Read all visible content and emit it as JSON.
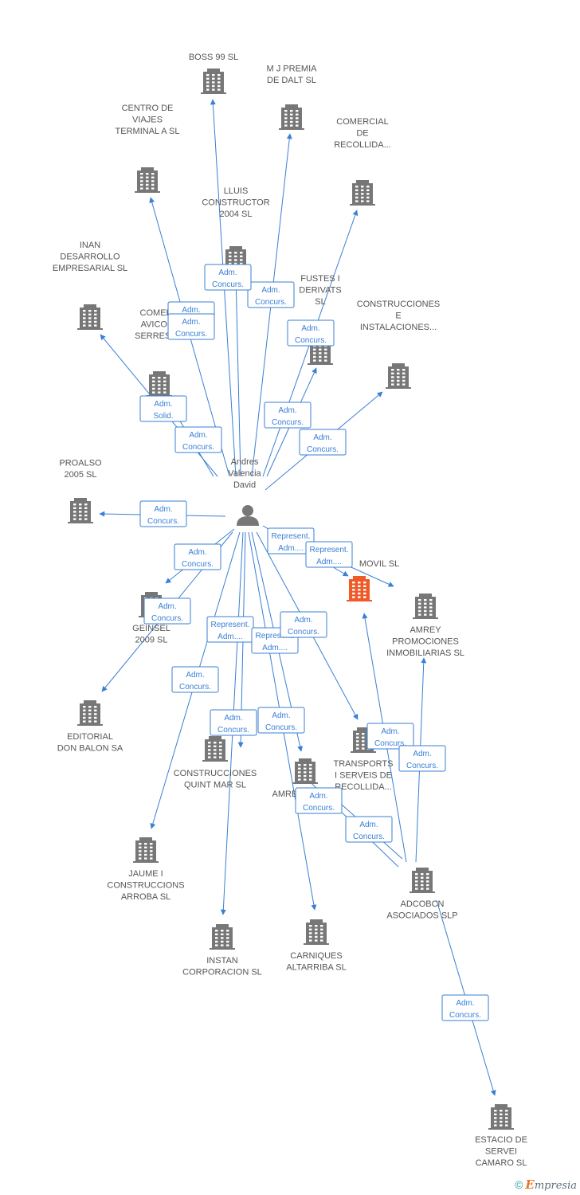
{
  "colors": {
    "edge": "#3a7fd5",
    "building": "#777777",
    "building_highlight": "#f05a28",
    "person": "#777777",
    "label": "#555555"
  },
  "footer": {
    "copyright": "©",
    "brand_first": "E",
    "brand_rest": "mpresia"
  },
  "person": {
    "id": "person",
    "icon": "person-icon",
    "label": [
      "Andres",
      "Valencia",
      "David"
    ]
  },
  "nodes": [
    {
      "id": "boss99",
      "label": [
        "BOSS 99 SL"
      ]
    },
    {
      "id": "mjpremia",
      "label": [
        "M J PREMIA",
        "DE DALT SL"
      ]
    },
    {
      "id": "centroviajes",
      "label": [
        "CENTRO DE",
        "VIAJES",
        "TERMINAL A SL"
      ]
    },
    {
      "id": "comercialrecollida",
      "label": [
        "COMERCIAL",
        "DE",
        "RECOLLIDA..."
      ]
    },
    {
      "id": "lluis",
      "label": [
        "LLUIS",
        "CONSTRUCTOR",
        "2004 SL"
      ]
    },
    {
      "id": "inan",
      "label": [
        "INAN",
        "DESARROLLO",
        "EMPRESARIAL SL"
      ]
    },
    {
      "id": "fustes",
      "label": [
        "FUSTES I",
        "DERIVATS",
        "SL"
      ]
    },
    {
      "id": "construcciones_inst",
      "label": [
        "CONSTRUCCIONES",
        "E",
        "INSTALACIONES..."
      ]
    },
    {
      "id": "comercavicola",
      "label": [
        "COMERC",
        "AVICOLA",
        "SERRES SL"
      ]
    },
    {
      "id": "proalso",
      "label": [
        "PROALSO",
        "2005 SL"
      ]
    },
    {
      "id": "movil",
      "label": [
        "MOVIL SL"
      ],
      "highlight": true
    },
    {
      "id": "amreyprom",
      "label": [
        "AMREY",
        "PROMOCIONES",
        "INMOBILIARIAS SL"
      ]
    },
    {
      "id": "geinsel",
      "label": [
        "GEINSEL",
        "2009 SL"
      ]
    },
    {
      "id": "editorial",
      "label": [
        "EDITORIAL",
        "DON BALON SA"
      ]
    },
    {
      "id": "quintmar",
      "label": [
        "CONSTRUCCIONES",
        "QUINT MAR SL"
      ]
    },
    {
      "id": "amrey2002",
      "label": [
        "AMREY 2002 SL"
      ]
    },
    {
      "id": "transports",
      "label": [
        "TRANSPORTS",
        "I SERVEIS DE",
        "RECOLLIDA..."
      ]
    },
    {
      "id": "jaume",
      "label": [
        "JAUME I",
        "CONSTRUCCIONS",
        "ARROBA SL"
      ]
    },
    {
      "id": "adcobcn",
      "label": [
        "ADCOBCN",
        "ASOCIADOS SLP"
      ]
    },
    {
      "id": "instan",
      "label": [
        "INSTAN",
        "CORPORACION SL"
      ]
    },
    {
      "id": "carniques",
      "label": [
        "CARNIQUES",
        "ALTARRIBA SL"
      ]
    },
    {
      "id": "estacio",
      "label": [
        "ESTACIO DE",
        "SERVEI",
        "CAMARO SL"
      ]
    }
  ],
  "edges": [
    {
      "from": "person",
      "to": "boss99",
      "label": [
        "Adm.",
        "Concurs."
      ]
    },
    {
      "from": "person",
      "to": "mjpremia",
      "label": [
        "Adm.",
        "Concurs."
      ]
    },
    {
      "from": "person",
      "to": "centroviajes",
      "label": [
        "Adm.",
        "Concurs."
      ]
    },
    {
      "from": "person",
      "to": "comercialrecollida",
      "label": [
        "Adm.",
        "Concurs."
      ]
    },
    {
      "from": "person",
      "to": "lluis",
      "label": [
        "Adm.",
        "Concurs."
      ]
    },
    {
      "from": "person",
      "to": "inan",
      "label": [
        "Adm.",
        "Solid."
      ]
    },
    {
      "from": "person",
      "to": "fustes",
      "label": [
        "Adm.",
        "Concurs."
      ]
    },
    {
      "from": "person",
      "to": "construcciones_inst",
      "label": [
        "Adm.",
        "Concurs."
      ]
    },
    {
      "from": "person",
      "to": "comercavicola",
      "label": [
        "Adm.",
        "Concurs."
      ]
    },
    {
      "from": "person",
      "to": "proalso",
      "label": [
        "Adm.",
        "Concurs."
      ]
    },
    {
      "from": "person",
      "to": "movil",
      "label": [
        "Represent.",
        "Adm...."
      ]
    },
    {
      "from": "person",
      "to": "amreyprom",
      "label": [
        "Represent.",
        "Adm...."
      ]
    },
    {
      "from": "person",
      "to": "geinsel",
      "label": [
        "Adm.",
        "Concurs."
      ]
    },
    {
      "from": "person",
      "to": "editorial",
      "label": [
        "Adm.",
        "Concurs."
      ]
    },
    {
      "from": "person",
      "to": "quintmar",
      "label": [
        "Represent.",
        "Adm...."
      ]
    },
    {
      "from": "person",
      "to": "amrey2002",
      "label": [
        "Represent.",
        "Adm...."
      ]
    },
    {
      "from": "person",
      "to": "transports",
      "label": [
        "Adm.",
        "Concurs."
      ]
    },
    {
      "from": "person",
      "to": "jaume",
      "label": [
        "Adm.",
        "Concurs."
      ]
    },
    {
      "from": "person",
      "to": "instan",
      "label": [
        "Adm.",
        "Concurs."
      ]
    },
    {
      "from": "person",
      "to": "carniques",
      "label": [
        "Adm.",
        "Concurs."
      ]
    },
    {
      "from": "adcobcn",
      "to": "movil",
      "label": [
        "Adm.",
        "Concurs."
      ]
    },
    {
      "from": "adcobcn",
      "to": "amreyprom",
      "label": [
        "Adm.",
        "Concurs."
      ]
    },
    {
      "from": "adcobcn",
      "to": "transports",
      "label": [
        "Adm.",
        "Concurs."
      ]
    },
    {
      "from": "adcobcn",
      "to": "amrey2002",
      "label": [
        "Adm.",
        "Concurs."
      ]
    },
    {
      "from": "adcobcn",
      "to": "estacio",
      "label": [
        "Adm.",
        "Concurs."
      ]
    }
  ]
}
